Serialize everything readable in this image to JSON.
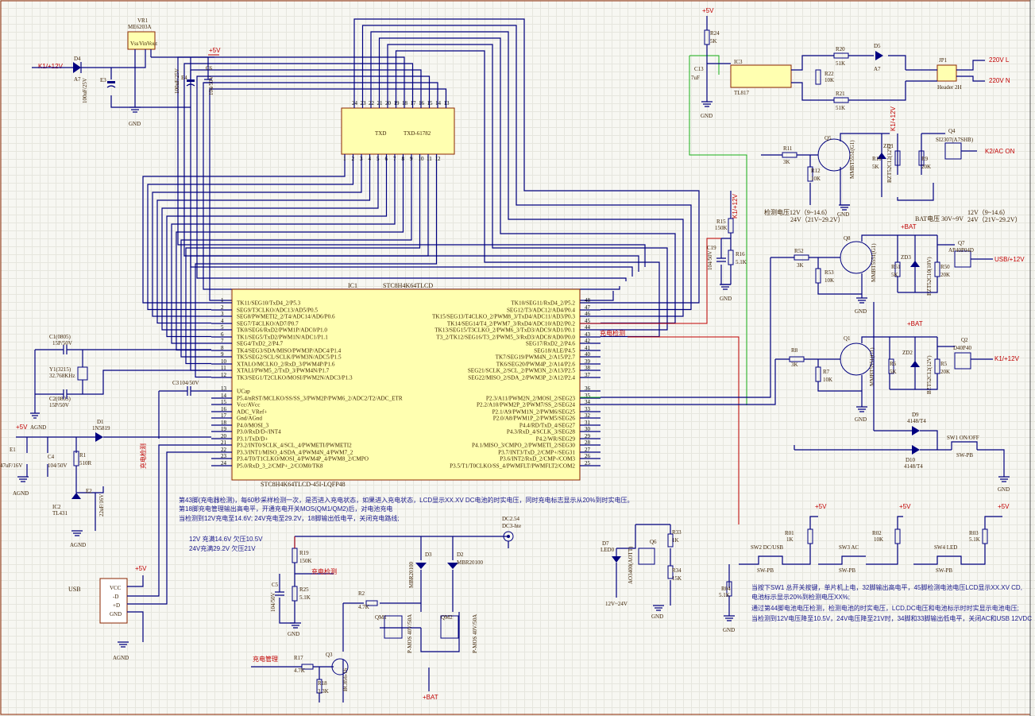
{
  "title": "STC8H4K64TLCD battery charger schematic",
  "mcu": {
    "ref": "IC1",
    "part": "STC8H4K64TLCD",
    "package": "STC8H4K64TLCD-45I-LQFP48",
    "left_pins": [
      {
        "n": "1",
        "name": "TK11/SEG10/TxD4_2/P5.3"
      },
      {
        "n": "2",
        "name": "SEG9/T3CLKO/ADC13/AD5/P0.5"
      },
      {
        "n": "3",
        "name": "SEG8/PWMETI2_2/T4/ADC14/AD6/P0.6"
      },
      {
        "n": "4",
        "name": "SEG7/T4CLKO/AD7/P0.7"
      },
      {
        "n": "5",
        "name": "TK0/SEG6/RxD2/PWM1P/ADC0/P1.0"
      },
      {
        "n": "6",
        "name": "TK1/SEG5/TxD2/PWM1N/ADC1/P1.1"
      },
      {
        "n": "7",
        "name": "SEG4/TxD2_2/P4.7"
      },
      {
        "n": "8",
        "name": "TK4/SEG3/SDA/MISO/PWM3P/ADC4/P1.4"
      },
      {
        "n": "9",
        "name": "TK5/SEG2/SCL/SCLK/PWM3N/ADC5/P1.5"
      },
      {
        "n": "10",
        "name": "XTALO/MCLKO_2/RxD_3/PWM4P/P1.6"
      },
      {
        "n": "11",
        "name": "XTALI/PWM5_2/TxD_3/PWM4N/P1.7"
      },
      {
        "n": "12",
        "name": "TK3/SEG1/T2CLKO/MOSI/PWM2N/ADC3/P1.3"
      },
      {
        "n": "13",
        "name": "UCap"
      },
      {
        "n": "14",
        "name": "P5.4/nRST/MCLKO/SS/SS_3/PWM2P/PWM6_2/ADC2/T2/ADC_ETR"
      },
      {
        "n": "15",
        "name": "Vcc/AVcc"
      },
      {
        "n": "16",
        "name": "ADC_VRef+"
      },
      {
        "n": "17",
        "name": "Gnd/AGnd"
      },
      {
        "n": "18",
        "name": "P4.0/MOSI_3"
      },
      {
        "n": "19",
        "name": "P3.0/RxD/D-/INT4"
      },
      {
        "n": "20",
        "name": "P3.1/TxD/D+"
      },
      {
        "n": "21",
        "name": "P3.2/INT0/SCLK_4/SCL_4/PWMETI/PWMETI2"
      },
      {
        "n": "22",
        "name": "P3.3/INT1/MISO_4/SDA_4/PWM4N_4/PWM7_2"
      },
      {
        "n": "23",
        "name": "P3.4/T0/T1CLKO/MOSI_4/PWM4P_4/PWM8_2/CMPO"
      },
      {
        "n": "24",
        "name": "P5.0/RxD_3_2/CMP+_2/COM0/TK8"
      }
    ],
    "right_pins": [
      {
        "n": "48",
        "name": "TK10/SEG11/RxD4_2/P5.2"
      },
      {
        "n": "47",
        "name": "SEG12/T3/ADC12/AD4/P0.4"
      },
      {
        "n": "46",
        "name": "TK15/SEG13/T4CLKO_2/PWM8_3/TxD4/ADC11/AD3/P0.3"
      },
      {
        "n": "45",
        "name": "TK14/SEG14/T4_2/PWM7_3/RxD4/ADC10/AD2/P0.2"
      },
      {
        "n": "44",
        "name": "TK13/SEG15/T3CLKO_2/PWM6_3/TxD3/ADC9/AD1/P0.1"
      },
      {
        "n": "43",
        "name": "T3_2/TK12/SEG16/T3_2/PWM5_3/RxD3/ADC8/AD0/P0.0"
      },
      {
        "n": "42",
        "name": "SEG17/RxD2_2/P4.6"
      },
      {
        "n": "41",
        "name": "SEG18/ALE/P4.5"
      },
      {
        "n": "40",
        "name": "TK7/SEG19/PWM4N_2/A15/P2.7"
      },
      {
        "n": "39",
        "name": "TK6/SEG20/PWM4P_2/A14/P2.6"
      },
      {
        "n": "38",
        "name": "SEG21/SCLK_2/SCL_2/PWM3N_2/A13/P2.5"
      },
      {
        "n": "37",
        "name": "SEG22/MISO_2/SDA_2/PWM3P_2/A12/P2.4"
      },
      {
        "n": "36",
        "name": ""
      },
      {
        "n": "35",
        "name": "P2.3/A11/PWM2N_2/MOSI_2/SEG23"
      },
      {
        "n": "34",
        "name": "P2.2/A10/PWM2P_2/PWM7/SS_2/SEG24"
      },
      {
        "n": "33",
        "name": "P2.1/A9/PWM1N_2/PWM6/SEG25"
      },
      {
        "n": "32",
        "name": "P2.0/A8/PWM1P_2/PWM5/SEG26"
      },
      {
        "n": "31",
        "name": "P4.4/RD/TxD_4/SEG27"
      },
      {
        "n": "30",
        "name": "P4.3/RxD_4/SCLK_3/SEG28"
      },
      {
        "n": "29",
        "name": "P4.2/WR/SEG29"
      },
      {
        "n": "28",
        "name": "P4.1/MISO_3/CMPO_2/PWMETI_2/SEG30"
      },
      {
        "n": "27",
        "name": "P3.7/INT3/TxD_2/CMP+/SEG31"
      },
      {
        "n": "26",
        "name": "P3.6/INT2/RxD_2/CMP-/COM3"
      },
      {
        "n": "25",
        "name": "P3.5/T1/T0CLKO/SS_4/PWMFLT/PWMFLT2/COM2"
      }
    ]
  },
  "lcd": {
    "ref": "TXD",
    "part": "TXD-61782",
    "pins": [
      "24",
      "23",
      "22",
      "21",
      "20",
      "19",
      "18",
      "17",
      "16",
      "15",
      "14",
      "13"
    ],
    "bottom_pins": [
      "1",
      "2",
      "3",
      "4",
      "5",
      "6",
      "7",
      "8",
      "9",
      "10",
      "11",
      "12"
    ]
  },
  "regulator": {
    "ref": "VR1",
    "part": "ME6203A",
    "pins": [
      "Vss",
      "Vin",
      "Vout"
    ]
  },
  "labels": {
    "k1": "K1/+12V",
    "d4": "D4",
    "d4v": "A7",
    "e3": "E3",
    "e3v": "100uF/25V",
    "e4": "E4",
    "e4v": "100uF/25V",
    "c6": "C6",
    "c6v": "104/50V",
    "p5v": "+5V",
    "gnd": "GND",
    "agnd": "AGND",
    "c1": "C1(0805)",
    "c1v": "15P/50V",
    "y1": "Y1(3215)",
    "y1v": "32.768KHz",
    "c2": "C2(0805)",
    "c2v": "15P/50V",
    "c3": "C3",
    "c3v": "104/50V",
    "d1": "D1",
    "d1v": "1N5819",
    "e1": "E1",
    "e1v": "47uF/16V",
    "c4": "C4",
    "c4v": "104/50V",
    "r1": "R1",
    "r1v": "510R",
    "ic2": "IC2",
    "ic2v": "TL431",
    "e2": "E2",
    "e2v": "22uF/16V",
    "charge_detect_v": "充电检测",
    "usb": "USB",
    "usb_pins": [
      "VCC",
      "-D",
      "+D",
      "GND"
    ],
    "note1": "第43脚(充电器检测)，每60秒采样检测一次，是否进入充电状态，如果进入充电状态，LCD显示XX.XV DC电池的时实电压，同时充电标志显示从20%到时实电压。",
    "note2": "第18脚充电管理输出高电平，开通充电开关MOS(QM1/QM2)后，对电池充电",
    "note3": "当检测到12V充电至14.6V; 24V充电至29.2V，18脚输出低电平，关闭充电路线;",
    "note4": "12V 充满14.6V  欠压10.5V",
    "note5": "24V充满29.2V  欠压21V",
    "r19": "R19",
    "r19v": "150K",
    "c5": "C5",
    "c5v": "104/50V",
    "r25": "R25",
    "r25v": "5.1K",
    "charge_detect": "充电检测",
    "d3": "D3",
    "d3v": "MBR20100",
    "d2": "D2",
    "d2v": "MBR20100",
    "dc": "DC2.54",
    "dcv": "DC3-hte",
    "r2": "R2",
    "r2v": "4.7K",
    "qm1": "QM1",
    "qm1v": "P-MOS 40V/50A",
    "qm2": "QM2",
    "qm2v": "P-MOS 40V/50A",
    "charge_mgmt": "充电管理",
    "r17": "R17",
    "r17v": "4.7K",
    "q3": "Q3",
    "q3v": "BC856-16",
    "r18": "R18",
    "r18v": "3.3K",
    "bat": "+BAT",
    "led0": "LED0",
    "d7": "D7",
    "range": "12V~24V",
    "q6": "Q6",
    "q6v": "AO3400(AOTT)",
    "r33": "R33",
    "r33v": "1K",
    "r34": "R34",
    "r34v": "15K",
    "charge_detect_r": "充电检测",
    "r24": "R24",
    "r24v": "5K",
    "c13": "C13",
    "c13v": "7uF",
    "ic3": "IC3",
    "ic3v": "TL817",
    "r20": "R20",
    "r20v": "51K",
    "r22": "R22",
    "r22v": "10K",
    "r21": "R21",
    "r21v": "51K",
    "d5": "D5",
    "d5v": "A7",
    "jp1": "JP1",
    "jp1v": "Header 2H",
    "ac_l": "220V L",
    "ac_n": "220V N",
    "q5": "Q5",
    "q5v": "MMBT5551(G1)",
    "r11": "R11",
    "r11v": "3K",
    "r12": "R12",
    "r12v": "10K",
    "zd1": "ZD1",
    "zd1v": "BZT52C12(12V)",
    "r10": "R10",
    "r10v": "5K",
    "r9": "R9",
    "r9v": "20K",
    "q4": "Q4",
    "q4v": "SI2307(A7SHB)",
    "k1_12v": "K1/+12V",
    "k2": "K2/AC ON",
    "detect_v": "检测电压12V（9~14.6）",
    "detect_v2": "24V（21V~29.2V）",
    "bat_v": "BAT电压 30V~9V",
    "bat_v2": "12V（9~14.6）",
    "bat_v3": "24V（21V~29.2V）",
    "r15": "R15",
    "r15v": "150K",
    "r16": "R16",
    "r16v": "5.1K",
    "c19": "C19",
    "c19v": "104/50V",
    "k1_v": "K1/+12V",
    "q8": "Q8",
    "q8v": "MMBT5551(G1)",
    "r52": "R52",
    "r52v": "3K",
    "r53": "R53",
    "r53v": "10K",
    "r51": "R51",
    "r51v": "5K",
    "zd3": "ZD3",
    "zd3v": "BZT52C10(10V)",
    "r50": "R50",
    "r50v": "20K",
    "q7": "Q7",
    "q7v": "AP40P04D",
    "usb_12v": "USB/+12V",
    "q1": "Q1",
    "q1v": "MMBT5551(G1)",
    "r8": "R8",
    "r8v": "3K",
    "r7": "R7",
    "r7v": "10K",
    "r6": "R6",
    "r6v": "5K",
    "zd2": "ZD2",
    "zd2v": "BZT52C12(12V)",
    "r5": "R5",
    "r5v": "20K",
    "q2": "Q2",
    "q2v": "D40P40",
    "k1_12b": "K1/+12V",
    "d9": "D9",
    "d9v": "4148/T4",
    "d10": "D10",
    "d10v": "4148/T4",
    "sw1": "SW1 ON/OFF",
    "swpb": "SW-PB",
    "sw2": "SW2 DC/USB",
    "sw3": "SW3  AC",
    "sw4": "SW4 LED",
    "r01": "R01",
    "r01v": "1K",
    "r02": "R02",
    "r02v": "10K",
    "r03": "R03",
    "r03v": "5.1K",
    "r04": "R04",
    "r04v": "5.1K",
    "note6": "当按下SW1 总开关按键，单片机上电，32脚输出高电平，45脚检测电池电压LCD显示XX.XV CD,",
    "note7": "电池标示显示20%到检测电压XX%;",
    "note8": "通过第44脚电池电压检测，检测电池的时实电压，LCD,DC电压和电池标示时时实显示电池电压;",
    "note9": "当检测到12V电压降至10.5V，24V电压降至21V时，34脚和33脚输出低电平，关闭AC和USB 12VDC",
    "charge_detect_pin": "充电检测"
  }
}
